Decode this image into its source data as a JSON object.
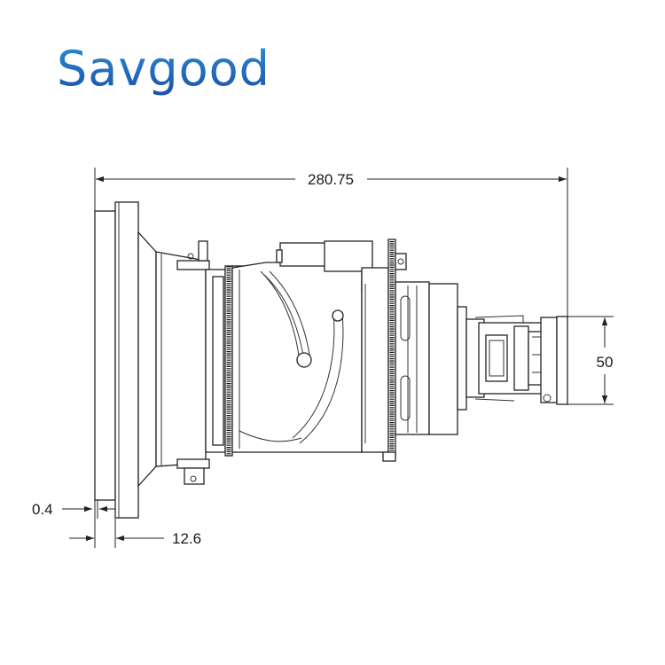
{
  "brand": {
    "name": "Savgood",
    "color": "#1c5eb5",
    "accent": "#2f9ad6"
  },
  "dimensions": {
    "overall_length": "280.75",
    "height": "50",
    "gap": "0.4",
    "offset": "12.6"
  }
}
